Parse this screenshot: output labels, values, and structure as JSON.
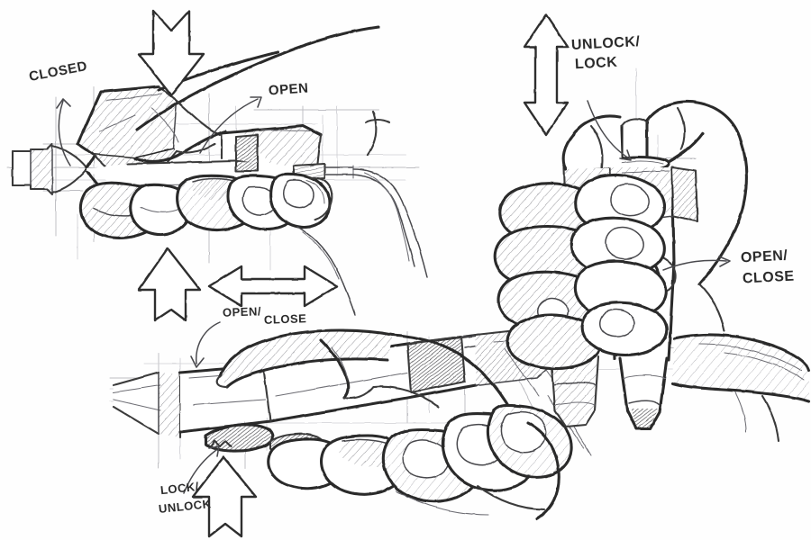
{
  "sheet": {
    "title": "Handheld device ergonomics concept sketch",
    "medium": "pencil sketch on white paper",
    "background_color": "#fefefe",
    "ink_color": "#3a3a3a",
    "construction_line_color": "#b9b9bc",
    "hatch_color": "#8e8e94"
  },
  "annotations": {
    "closed": "CLOSED",
    "open": "OPEN",
    "open_close_mid_line1": "OPEN/",
    "open_close_mid_line2": "CLOSE",
    "lock_unlock_line1": "LOCK/",
    "lock_unlock_line2": "UNLOCK",
    "unlock_lock_line1": "UNLOCK/",
    "unlock_lock_line2": "LOCK",
    "open_close_right_line1": "OPEN/",
    "open_close_right_line2": "CLOSE"
  },
  "arrows": {
    "top_down": "down-arrow",
    "bottom_up": "up-arrow",
    "horizontal_double": "double-headed-horizontal-arrow",
    "vertical_double": "double-headed-vertical-arrow",
    "lock_up": "up-arrow",
    "open_pointer": "curved-pointer-arrow",
    "closed_pointer": "curved-pointer-arrow",
    "open_close_pointer": "curved-pointer-arrow",
    "right_open_close_pointer": "straight-pointer-arrow",
    "unlock_lock_pointer": "curved-pointer-arrow"
  },
  "views": [
    {
      "id": "view-top-left",
      "name": "side-view-hand-gripping-device",
      "label_refs": [
        "CLOSED",
        "OPEN"
      ]
    },
    {
      "id": "view-bottom-left",
      "name": "side-view-hand-gripping-device-lock-detail",
      "label_refs": [
        "OPEN/CLOSE",
        "LOCK/UNLOCK"
      ]
    },
    {
      "id": "view-right",
      "name": "front-view-hand-gripping-device-vertical",
      "label_refs": [
        "UNLOCK/LOCK",
        "OPEN/CLOSE"
      ]
    }
  ]
}
